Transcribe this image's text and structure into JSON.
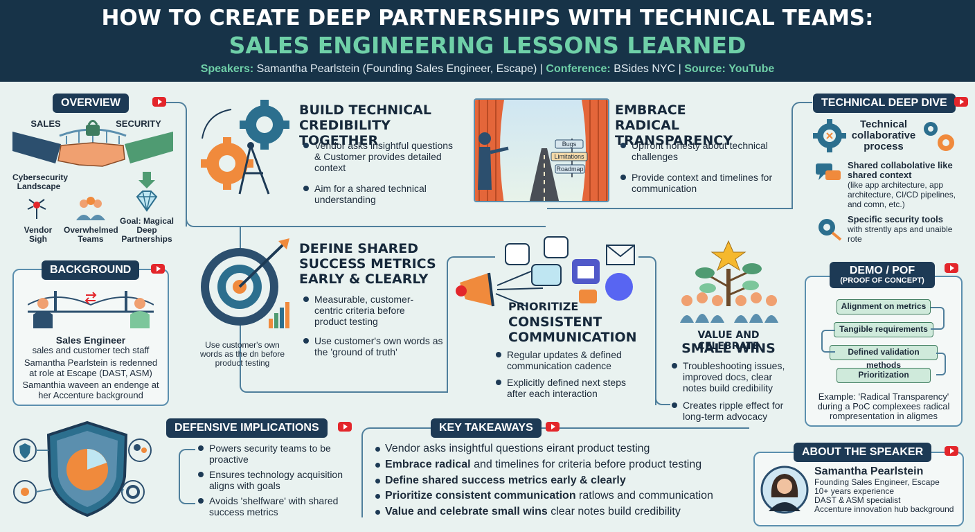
{
  "header": {
    "title": "HOW TO CREATE DEEP PARTNERSHIPS WITH TECHNICAL TEAMS:",
    "subtitle": "SALES ENGINEERING LESSONS LEARNED",
    "speakers_label": "Speakers:",
    "speakers_value": "Samantha Pearlstein (Founding Sales Engineer, Escape)",
    "sep1": "|",
    "conference_label": "Conference:",
    "conference_value": "BSides NYC",
    "sep2": "|",
    "source_label": "Source:",
    "source_value": "YouTube"
  },
  "overview": {
    "title": "OVERVIEW",
    "sales": "SALES",
    "security": "SECURITY",
    "landscape": "Cybersecurity Landscape",
    "vendor": "Vendor Sigh",
    "teams": "Overwhelmed Teams",
    "goal": "Goal: Magical Deep Partnerships"
  },
  "background": {
    "title": "BACKGROUND",
    "role": "Sales Engineer",
    "role_desc": "sales and customer tech staff",
    "line1": "Samantha Pearlstein is redenned at role at Escape (DAST, ASM)",
    "line2": "Samanthia waveen an endenge at her Accenture background"
  },
  "credibility": {
    "title": "BUILD TECHNICAL CREDIBILITY TOGETHER",
    "b1": "Vendor asks insightful questions & Customer provides detailed context",
    "b2": "Aim for a shared technical understanding"
  },
  "transparency": {
    "title": "EMBRACE RADICAL TRANSPARENCY",
    "sign1": "Bugs",
    "sign2": "Limitations",
    "sign3": "Roadmap",
    "b1": "Upfront honesty about technical challenges",
    "b2": "Provide context and timelines for communication"
  },
  "metrics": {
    "title": "DEFINE SHARED SUCCESS METRICS EARLY & CLEARLY",
    "caption": "Use customer's own words as the dn before product testing",
    "b1": "Measurable, customer-centric criteria before product testing",
    "b2": "Use customer's own words as the 'ground of truth'"
  },
  "communication": {
    "title1": "PRIORITIZE",
    "title2": "CONSISTENT COMMUNICATION",
    "b1": "Regular updates & defined communication cadence",
    "b2": "Explicitly defined next steps after each interaction"
  },
  "wins": {
    "title1": "VALUE AND CELEBRATE",
    "title2": "SMALL WINS",
    "b1": "Troubleshooting issues, improved docs, clear notes build credibility",
    "b2": "Creates ripple effect for long-term advocacy"
  },
  "deep_dive": {
    "title": "TECHNICAL DEEP DIVE",
    "process": "Technical collaborative process",
    "i1_bold": "Shared collabolative like shared context",
    "i1_rest": "(like app architecture, app architecture, CI/CD pipelines, and comn, etc.)",
    "i2_bold": "Specific security tools",
    "i2_rest": "with strently aps and unaible rote"
  },
  "demo": {
    "title": "DEMO / POF",
    "subtitle": "(PROOF OF CONCEPT)",
    "steps": [
      "Alignment on metrics",
      "Tangible requirements",
      "Defined validation methods",
      "Prioritization"
    ],
    "example": "Example: 'Radical Transparency' during a PoC complexees radical rompresentation in aligmes"
  },
  "defensive": {
    "title": "DEFENSIVE IMPLICATIONS",
    "b1": "Powers security teams to be proactive",
    "b2": "Ensures technology acquisition aligns with goals",
    "b3": "Avoids 'shelfware' with shared success metrics"
  },
  "takeaways": {
    "title": "KEY TAKEAWAYS",
    "t1_rest": "Vendor asks insightful questions eirant product testing",
    "t2_bold": "Embrace radical",
    "t2_rest": " and timelines for criteria before product testing",
    "t3_bold": "Define shared success metrics early & clearly",
    "t4_bold": "Prioritize consistent communication",
    "t4_rest": " ratlows and communication",
    "t5_bold": "Value and celebrate small wins",
    "t5_rest": " clear notes build credibility"
  },
  "speaker": {
    "title": "ABOUT THE SPEAKER",
    "name": "Samantha Pearlstein",
    "l1": "Founding Sales Engineer, Escape",
    "l2": "10+ years experience",
    "l3": "DAST & ASM specialist",
    "l4": "Accenture innovation hub background"
  },
  "colors": {
    "header_bg": "#173348",
    "accent_green": "#6fd0a8",
    "pill_bg": "#1d3a55",
    "youtube_red": "#e3262b",
    "orange": "#f08a3c"
  }
}
